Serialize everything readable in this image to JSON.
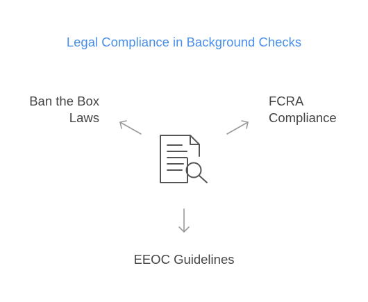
{
  "title": "Legal Compliance in Background Checks",
  "center_icon": "document-search-icon",
  "nodes": {
    "left": {
      "lines": [
        "Ban the Box",
        "Laws"
      ]
    },
    "right": {
      "lines": [
        "FCRA",
        "Compliance"
      ]
    },
    "bottom": {
      "lines": [
        "EEOC Guidelines"
      ]
    }
  },
  "colors": {
    "title": "#4a8fe8",
    "text": "#444444",
    "icon": "#555555",
    "arrow": "#9a9a9a"
  }
}
